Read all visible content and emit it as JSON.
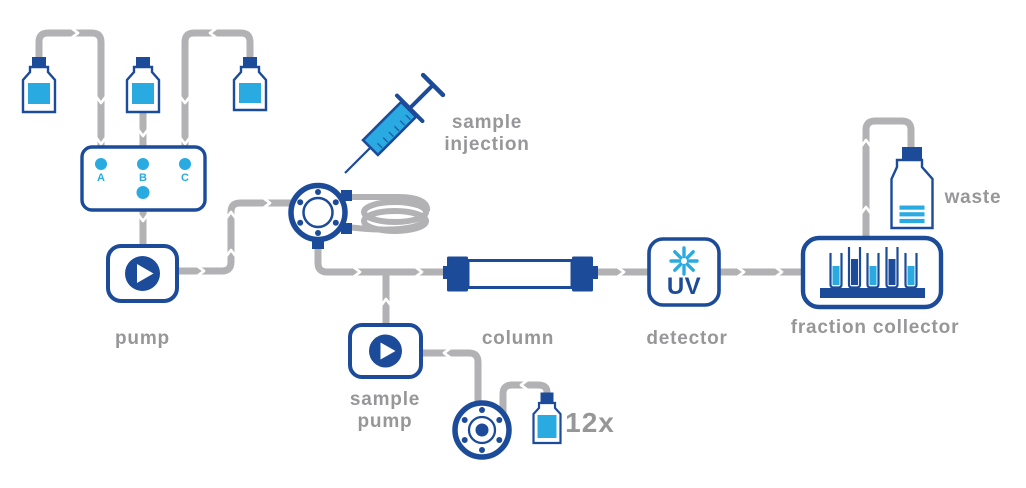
{
  "colors": {
    "dark_blue": "#1c4b99",
    "light_blue": "#29abe2",
    "tube_gray": "#b2b2b4",
    "label_gray": "#97979a",
    "background": "#ffffff"
  },
  "labels": {
    "pump": "pump",
    "sample_injection": "sample\ninjection",
    "column": "column",
    "detector": "detector",
    "uv": "UV",
    "fraction_collector": "fraction collector",
    "waste": "waste",
    "sample_pump": "sample\npump",
    "sample_count": "12x",
    "port_a": "A",
    "port_b": "B",
    "port_c": "C"
  },
  "icons": {
    "pump": "play-circle",
    "sample_pump": "play-circle",
    "detector": "uv-starburst",
    "sample_injection": "syringe",
    "injection_valve": "rotary-valve-with-loop",
    "sample_valve": "rotary-valve",
    "buffers": "bottle-with-liquid",
    "waste": "bottle-with-stripes",
    "fraction_collector": "test-tube-rack",
    "flow_direction": "white-chevrons-on-gray-tubing"
  }
}
